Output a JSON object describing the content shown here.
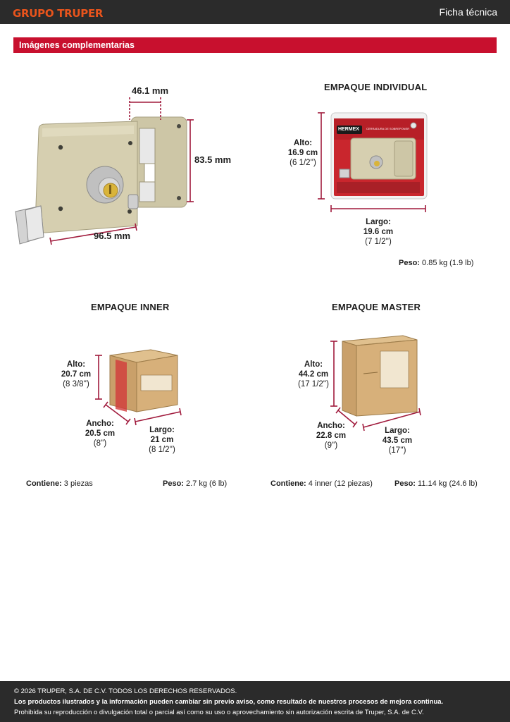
{
  "header": {
    "brand": "GRUPO TRUPER",
    "doc_type": "Ficha técnica"
  },
  "section": {
    "title": "Imágenes complementarias"
  },
  "product": {
    "dim_depth": "46.1  mm",
    "dim_height": "83.5 mm",
    "dim_width": "96.5 mm"
  },
  "individual": {
    "title": "EMPAQUE INDIVIDUAL",
    "alto_label": "Alto:",
    "alto_cm": "16.9 cm",
    "alto_in": "(6 1/2'')",
    "largo_label": "Largo:",
    "largo_cm": "19.6 cm",
    "largo_in": "(7 1/2'')",
    "peso_label": "Peso:",
    "peso_value": "0.85 kg (1.9 lb)",
    "pkg_brand": "HERMEX",
    "pkg_text": "CERRADURA DE SOBREPONER"
  },
  "inner": {
    "title": "EMPAQUE INNER",
    "alto_label": "Alto:",
    "alto_cm": "20.7 cm",
    "alto_in": "(8 3/8'')",
    "ancho_label": "Ancho:",
    "ancho_cm": "20.5 cm",
    "ancho_in": "(8'')",
    "largo_label": "Largo:",
    "largo_cm": "21 cm",
    "largo_in": "(8 1/2'')",
    "contiene_label": "Contiene:",
    "contiene_value": "3 piezas",
    "peso_label": "Peso:",
    "peso_value": "2.7 kg (6 lb)"
  },
  "master": {
    "title": "EMPAQUE MASTER",
    "alto_label": "Alto:",
    "alto_cm": "44.2 cm",
    "alto_in": "(17 1/2'')",
    "ancho_label": "Ancho:",
    "ancho_cm": "22.8 cm",
    "ancho_in": "(9'')",
    "largo_label": "Largo:",
    "largo_cm": "43.5 cm",
    "largo_in": "(17'')",
    "contiene_label": "Contiene:",
    "contiene_value": "4 inner (12 piezas)",
    "peso_label": "Peso:",
    "peso_value": "11.14 kg (24.6 lb)"
  },
  "footer": {
    "copyright": "© 2026 TRUPER, S.A. DE C.V. TODOS LOS DERECHOS RESERVADOS.",
    "notice": "Los productos ilustrados y la información pueden cambiar sin previo aviso, como resultado de nuestros procesos de mejora continua.",
    "prohibition": "Prohibida su reproducción o divulgación total o parcial así como su uso o aprovechamiento sin autorización escrita de Truper, S.A. de C.V."
  },
  "colors": {
    "brand_orange": "#e9541c",
    "accent_red": "#c8102e",
    "dim_line": "#a01a3c",
    "bar_dark": "#2b2b2b"
  }
}
